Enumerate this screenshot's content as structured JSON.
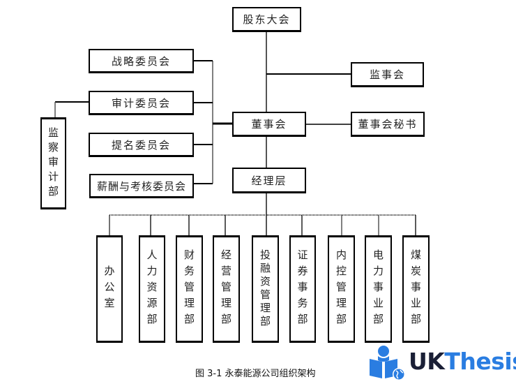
{
  "diagram": {
    "type": "org-chart",
    "top": {
      "shareholders": "股东大会",
      "supervisors": "监事会"
    },
    "board": "董事会",
    "board_secretary": "董事会秘书",
    "management": "经理层",
    "committees": [
      "战略委员会",
      "审计委员会",
      "提名委员会",
      "薪酬与考核委员会"
    ],
    "audit_dept": "监察审计部",
    "departments": [
      "办公室",
      "人力资源部",
      "财务管理部",
      "经营管理部",
      "投融资管理部",
      "证券事务部",
      "内控管理部",
      "电力事业部",
      "煤炭事业部"
    ]
  },
  "caption": "图 3-1  永泰能源公司组织架构",
  "watermark": {
    "part1": "UK",
    "part2": "Thesis",
    "color_dark": "#1a1f36",
    "color_blue": "#2a7de1"
  }
}
